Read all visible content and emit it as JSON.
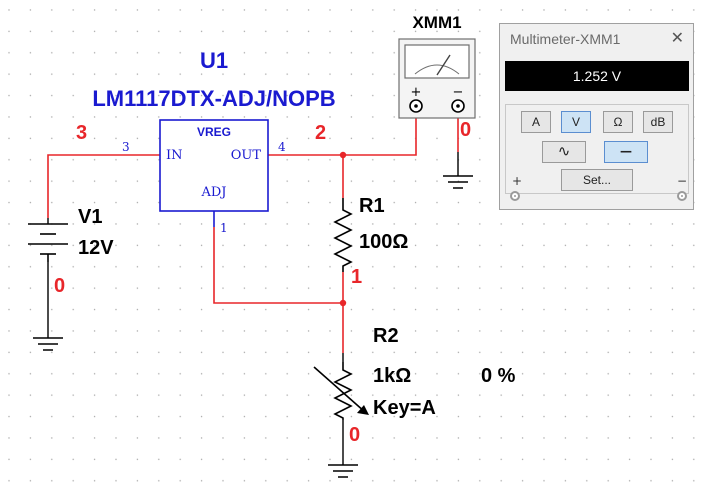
{
  "regulator": {
    "refdes": "U1",
    "part_number": "LM1117DTX-ADJ/NOPB",
    "body_label": "VREG",
    "in_label": "IN",
    "out_label": "OUT",
    "adj_label": "ADJ",
    "pin_in": "3",
    "pin_out": "4",
    "pin_adj": "1"
  },
  "nets": {
    "in": "3",
    "out": "2",
    "mid": "1",
    "gnd_v1": "0",
    "gnd_r2": "0",
    "gnd_xmm": "0"
  },
  "source": {
    "refdes": "V1",
    "value": "12V"
  },
  "r1": {
    "refdes": "R1",
    "value": "100Ω"
  },
  "r2": {
    "refdes": "R2",
    "value": "1kΩ",
    "percent": "0 %",
    "key": "Key=A"
  },
  "meter_symbol": {
    "refdes": "XMM1",
    "plus": "+",
    "minus": "−"
  },
  "multimeter": {
    "title": "Multimeter-XMM1",
    "close": "✕",
    "reading": "1.252 V",
    "modes": [
      "A",
      "V",
      "Ω",
      "dB"
    ],
    "selected_mode": "V",
    "ac_symbol": "∿",
    "dc_symbol": "—",
    "selected_coupling": "dc",
    "settings_label": "Set...",
    "plus": "+",
    "minus": "−"
  },
  "colors": {
    "wire": "#e8262a",
    "component": "#1a1ad0",
    "net_label": "#e8262a",
    "text": "#000000"
  }
}
